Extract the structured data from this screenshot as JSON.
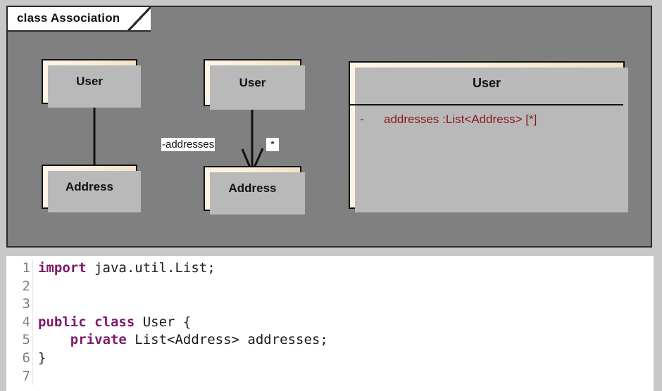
{
  "frame": {
    "title": "class Association",
    "background_color": "#808080",
    "border_color": "#2b2b2b"
  },
  "diagram": {
    "palette": {
      "class_fill_light": "#fdf4e7",
      "class_fill_dark": "#ecd9b9",
      "class_border": "#111111",
      "shadow": "#b9b9b9",
      "attribute_text": "#8b1a18"
    },
    "classes": [
      {
        "id": "user-1",
        "name": "User"
      },
      {
        "id": "address-1",
        "name": "Address"
      },
      {
        "id": "user-2",
        "name": "User"
      },
      {
        "id": "address-2",
        "name": "Address"
      },
      {
        "id": "user-detailed",
        "name": "User",
        "attributes": [
          {
            "visibility": "-",
            "text": "addresses :List<Address> [*]"
          }
        ]
      }
    ],
    "associations": [
      {
        "id": "assoc-plain",
        "from": "user-1",
        "to": "address-1",
        "arrow": "none",
        "role_label": "",
        "multiplicity": ""
      },
      {
        "id": "assoc-directed",
        "from": "user-2",
        "to": "address-2",
        "arrow": "open",
        "role_label": "-addresses",
        "multiplicity": "*"
      }
    ]
  },
  "code": {
    "language": "java",
    "line_numbers": [
      "1",
      "2",
      "3",
      "4",
      "5",
      "6",
      "7"
    ],
    "lines": [
      [
        {
          "t": "import",
          "k": true
        },
        {
          "t": " java.util.List;",
          "k": false
        }
      ],
      [],
      [],
      [
        {
          "t": "public class",
          "k": true
        },
        {
          "t": " User {",
          "k": false
        }
      ],
      [
        {
          "t": "    ",
          "k": false
        },
        {
          "t": "private",
          "k": true
        },
        {
          "t": " List<Address> addresses;",
          "k": false
        }
      ],
      [
        {
          "t": "}",
          "k": false
        }
      ],
      []
    ],
    "keyword_color": "#7d1a6b",
    "line_number_color": "#808080"
  }
}
